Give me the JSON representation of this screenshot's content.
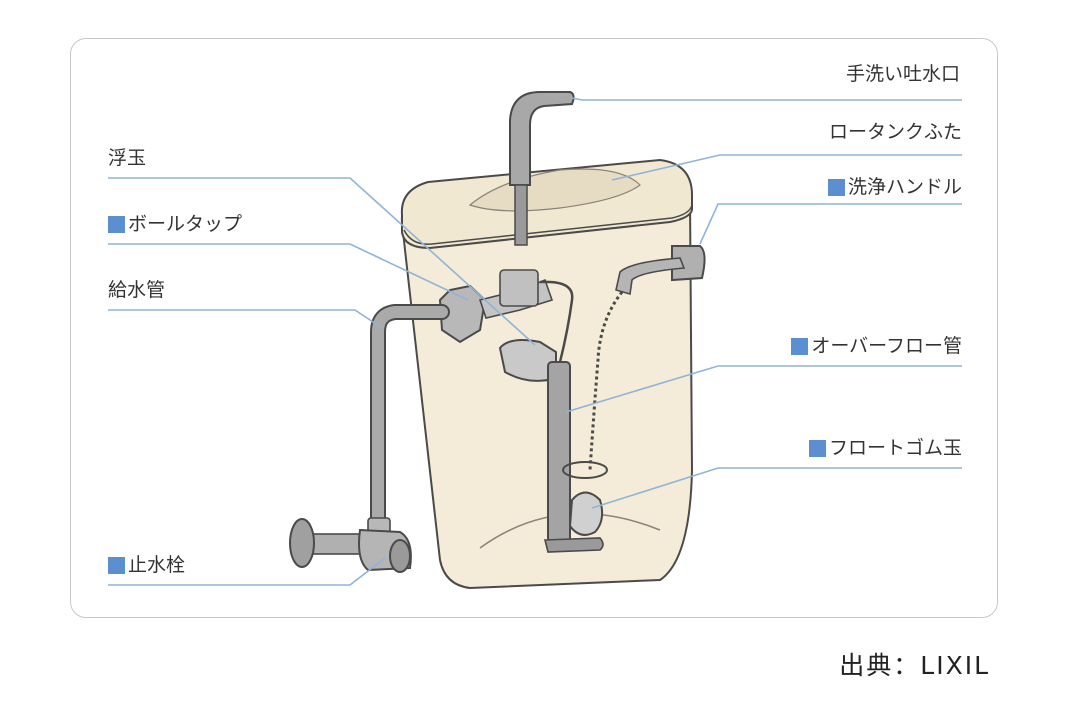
{
  "labels": {
    "faucet": "手洗い吐水口",
    "tank_lid": "ロータンクふた",
    "flush_handle": "洗浄ハンドル",
    "float_ball": "浮玉",
    "ball_tap": "ボールタップ",
    "supply_pipe": "給水管",
    "overflow_pipe": "オーバーフロー管",
    "float_rubber": "フロートゴム玉",
    "stop_valve": "止水栓"
  },
  "credit": "出典：LIXIL",
  "colors": {
    "marker": "#5b8fd0",
    "leader_line": "#8fb4d8",
    "tank_fill": "#f4ecd8",
    "tank_outline": "#4a4a4a",
    "pipe_fill": "#aaaaaa",
    "frame_border": "#c8c8c8"
  }
}
